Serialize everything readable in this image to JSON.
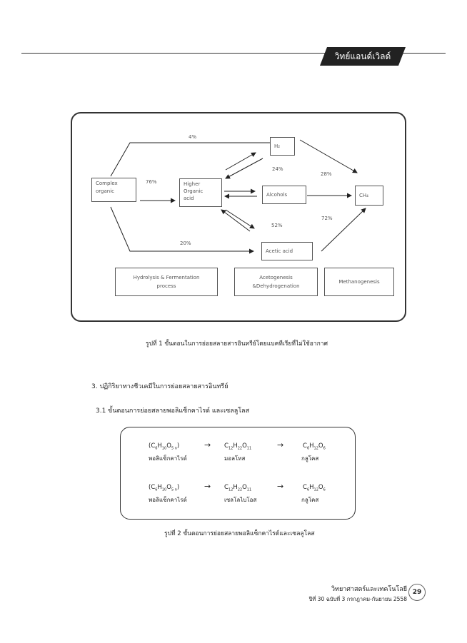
{
  "header": {
    "title": "วิทย์แอนด์เวิลด์"
  },
  "figure1": {
    "nodes": {
      "complex_organic": [
        "Complex",
        "organic"
      ],
      "higher_organic_acid": [
        "Higher",
        "Organic",
        "acid"
      ],
      "h2": "H₂",
      "alcohols": "Alcohols",
      "acetic_acid": "Acetic acid",
      "ch4": "CH₄"
    },
    "percentages": {
      "top": "4%",
      "to_acid": "76%",
      "bottom": "20%",
      "h2": "24%",
      "h2_to_ch4": "28%",
      "acetic": "52%",
      "acetic_to_ch4": "72%"
    },
    "processes": [
      [
        "Hydrolysis & Fermentation",
        "process"
      ],
      [
        "Acetogenesis",
        "&Dehydrogenation"
      ],
      [
        "Methanogenesis"
      ]
    ],
    "caption": "รูปที่ 1 ขั้นตอนในการย่อยสลายสารอินทรีย์โดยแบคทีเรียที่ไม่ใช้อากาศ"
  },
  "section3": {
    "heading": "3. ปฏิกิริยาทางชีวเคมีในการย่อยสลายสารอินทรีย์",
    "sub_heading": "3.1 ขั้นตอนการย่อยสลายพอลิแซ็กคาไรด์ และเซลลูโลส"
  },
  "figure2": {
    "rows": [
      {
        "formulas": [
          {
            "c": "C",
            "c_sub": "6",
            "h": "H",
            "h_sub": "10",
            "o": "O",
            "o_sub": "5 n",
            "wrap": true
          },
          {
            "c": "C",
            "c_sub": "12",
            "h": "H",
            "h_sub": "22",
            "o": "O",
            "o_sub": "11",
            "wrap": false
          },
          {
            "c": "C",
            "c_sub": "6",
            "h": "H",
            "h_sub": "12",
            "o": "O",
            "o_sub": "6",
            "wrap": false
          }
        ],
        "names": [
          "พอลิแซ็กคาไรด์",
          "มอลโทส",
          "กลูโคส"
        ]
      },
      {
        "formulas": [
          {
            "c": "C",
            "c_sub": "6",
            "h": "H",
            "h_sub": "10",
            "o": "O",
            "o_sub": "5 n",
            "wrap": true
          },
          {
            "c": "C",
            "c_sub": "12",
            "h": "H",
            "h_sub": "22",
            "o": "O",
            "o_sub": "11",
            "wrap": false
          },
          {
            "c": "C",
            "c_sub": "6",
            "h": "H",
            "h_sub": "12",
            "o": "O",
            "o_sub": "6",
            "wrap": false
          }
        ],
        "names": [
          "พอลิแซ็กคาไรด์",
          "เซลโลไบโอส",
          "กลูโคส"
        ]
      }
    ],
    "arrow": "→",
    "caption": "รูปที่ 2 ขั้นตอนการย่อยสลายพอลิแซ็กคาไรด์และเซลลูโลส"
  },
  "footer": {
    "journal": "วิทยาศาสตร์และเทคโนโลยี",
    "issue": "ปีที่ 30 ฉบับที่ 3 กรกฎาคม-กันยายน 2558",
    "page_number": "29"
  }
}
